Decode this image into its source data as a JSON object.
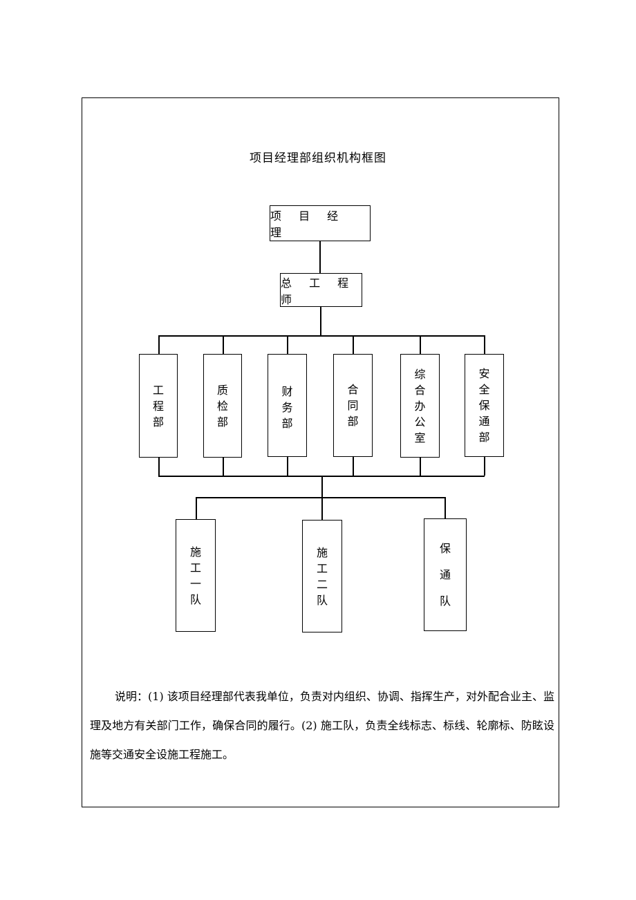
{
  "title": "项目经理部组织机构框图",
  "top": {
    "manager": "项 目 经 理",
    "chief_engineer": "总 工 程 师"
  },
  "departments": [
    {
      "chars": [
        "工",
        "程",
        "部"
      ]
    },
    {
      "chars": [
        "质",
        "检",
        "部"
      ]
    },
    {
      "chars": [
        "财",
        "务",
        "部"
      ]
    },
    {
      "chars": [
        "合",
        "同",
        "部"
      ]
    },
    {
      "chars": [
        "综",
        "合",
        "办",
        "公",
        "室"
      ]
    },
    {
      "chars": [
        "安",
        "全",
        "保",
        "通",
        "部"
      ]
    }
  ],
  "teams": [
    {
      "chars": [
        "施",
        "工",
        "一",
        "队"
      ]
    },
    {
      "chars": [
        "施",
        "工",
        "二",
        "队"
      ]
    },
    {
      "chars": [
        "保",
        "通",
        "队"
      ]
    }
  ],
  "note": "说明：(1) 该项目经理部代表我单位，负责对内组织、协调、指挥生产，对外配合业主、监理及地方有关部门工作，确保合同的履行。(2) 施工队，负责全线标志、标线、轮廓标、防眩设施等交通安全设施工程施工。"
}
